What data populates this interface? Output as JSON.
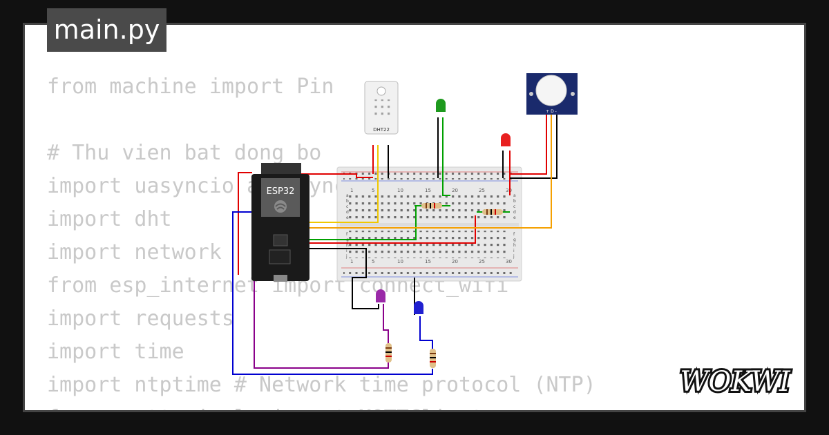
{
  "tab": {
    "filename": "main.py"
  },
  "code_lines": [
    "from machine import Pin",
    "",
    "# Thu vien bat dong bo",
    "import uasyncio as asyncio",
    "import dht",
    "import network",
    "from esp_internet import connect_wifi",
    "import requests",
    "import time",
    "import ntptime # Network time protocol (NTP)",
    "from umqtt.simple import MQTTClient"
  ],
  "board": {
    "label": "ESP32"
  },
  "sensor": {
    "label": "DHT22"
  },
  "pir": {
    "pins_label": "+ D -"
  },
  "breadboard": {
    "col_numbers": [
      "1",
      "5",
      "10",
      "15",
      "20",
      "25",
      "30"
    ],
    "row_letters_top": [
      "a",
      "b",
      "c",
      "d",
      "e"
    ],
    "row_letters_bottom": [
      "f",
      "g",
      "h",
      "i",
      "j"
    ]
  },
  "brand": {
    "name": "WOKWI"
  },
  "colors": {
    "background": "#111111",
    "panel": "#ffffff",
    "code_text": "#c9c9c9",
    "tab": "#4a4a4a",
    "wire_red": "#e00000",
    "wire_black": "#000000",
    "wire_green": "#00a000",
    "wire_yellow": "#f0c800",
    "wire_orange": "#f5a000",
    "wire_blue": "#0000d0",
    "wire_purple": "#8a008a",
    "board": "#1a1a1a"
  },
  "icons": [
    "espressif-logo-icon",
    "led-icon",
    "resistor-icon",
    "usb-port-icon"
  ]
}
